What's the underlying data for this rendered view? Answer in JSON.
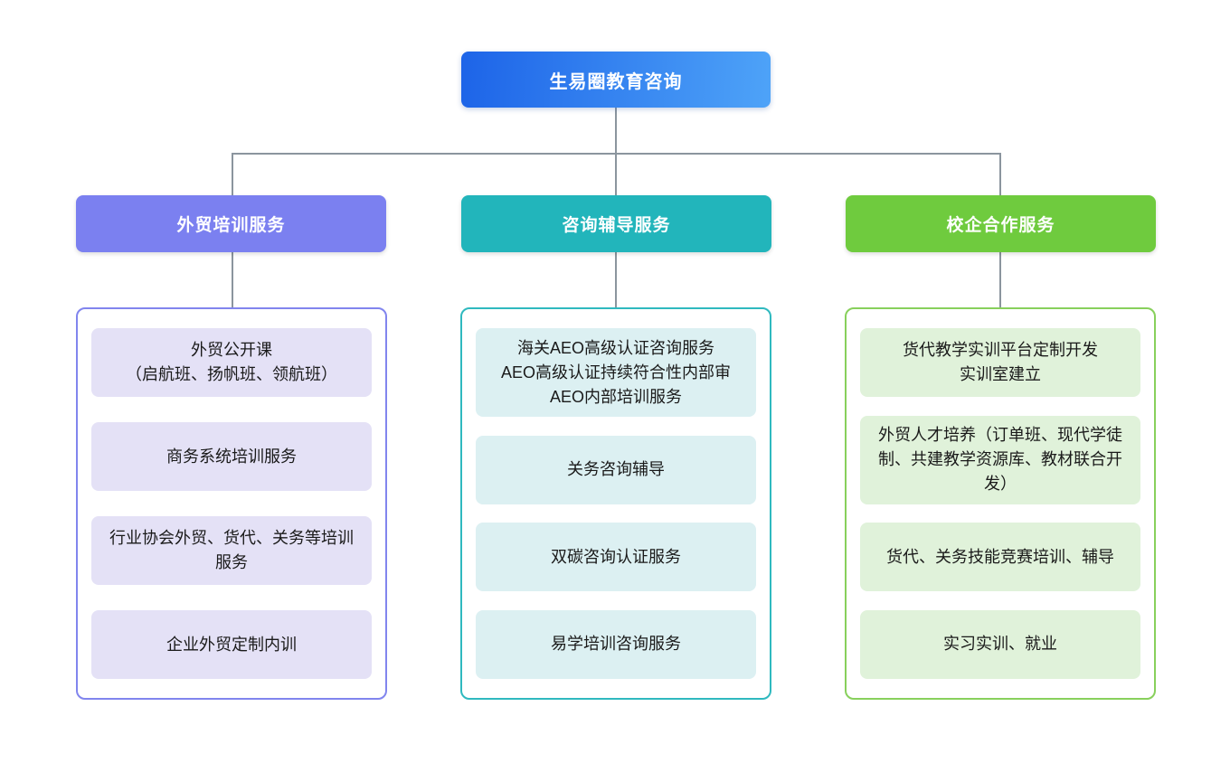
{
  "root": {
    "label": "生易圈教育咨询",
    "bg_gradient": [
      "#1d64e8",
      "#4ea3f8"
    ],
    "text_color": "#ffffff"
  },
  "connector_color": "#8b959e",
  "branches": [
    {
      "label": "外贸培训服务",
      "header_color": "#7b80f0",
      "panel_border_color": "#8185ee",
      "item_bg_color": "#e4e1f6",
      "items": [
        {
          "label": "外贸公开课\n（启航班、扬帆班、领航班）"
        },
        {
          "label": "商务系统培训服务"
        },
        {
          "label": "行业协会外贸、货代、关务等培训服务"
        },
        {
          "label": "企业外贸定制内训"
        }
      ]
    },
    {
      "label": "咨询辅导服务",
      "header_color": "#22b5bb",
      "panel_border_color": "#2fb9bf",
      "item_bg_color": "#dcf0f2",
      "items": [
        {
          "label": "海关AEO高级认证咨询服务\nAEO高级认证持续符合性内部审\nAEO内部培训服务"
        },
        {
          "label": "关务咨询辅导"
        },
        {
          "label": "双碳咨询认证服务"
        },
        {
          "label": "易学培训咨询服务"
        }
      ]
    },
    {
      "label": "校企合作服务",
      "header_color": "#6fcb3e",
      "panel_border_color": "#88d05c",
      "item_bg_color": "#e0f2da",
      "items": [
        {
          "label": "货代教学实训平台定制开发\n实训室建立"
        },
        {
          "label": "外贸人才培养（订单班、现代学徒制、共建教学资源库、教材联合开发）"
        },
        {
          "label": "货代、关务技能竞赛培训、辅导"
        },
        {
          "label": "实习实训、就业"
        }
      ]
    }
  ]
}
